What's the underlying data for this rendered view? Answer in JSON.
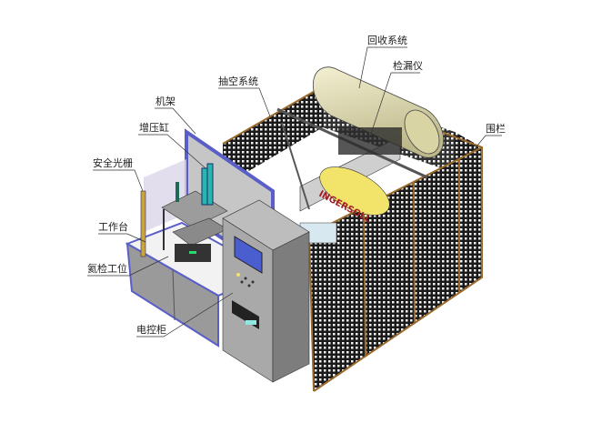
{
  "labels": {
    "recovery_system": "回收系统",
    "leak_detector": "检漏仪",
    "vacuum_system": "抽空系统",
    "frame": "机架",
    "booster_cylinder": "增压缸",
    "safety_light_curtain": "安全光栅",
    "workbench": "工作台",
    "helium_test_station": "氦检工位",
    "control_cabinet": "电控柜",
    "fence": "围栏"
  },
  "colors": {
    "tank": "#e4e0b4",
    "fence_frame": "#9a6a2c",
    "frame_blue": "#5a5fc8",
    "cabinet": "#a9a9a9",
    "cylinder": "#2bb5b0",
    "screen": "#4a5ed0",
    "yellow_part": "#f2e46a"
  }
}
